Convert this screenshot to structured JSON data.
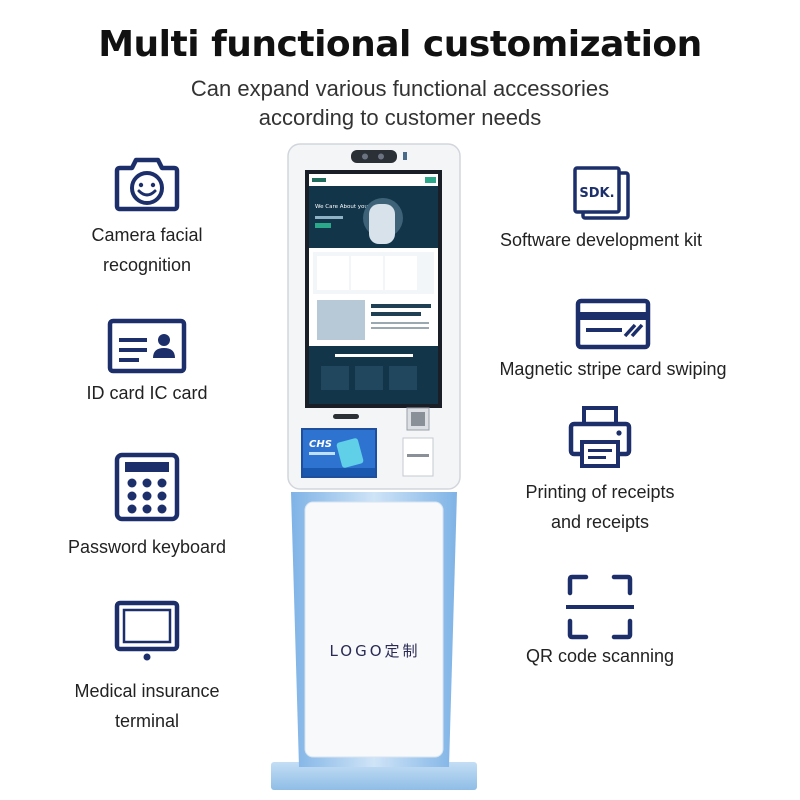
{
  "header": {
    "title": "Multi functional customization",
    "subtitle": "Can expand various functional accessories according to customer needs"
  },
  "features_left": [
    {
      "label": "Camera facial recognition",
      "icon": "camera-face-icon"
    },
    {
      "label": "ID card IC card",
      "icon": "id-card-icon"
    },
    {
      "label": "Password keyboard",
      "icon": "keypad-icon"
    },
    {
      "label": "Medical insurance terminal",
      "icon": "monitor-icon"
    }
  ],
  "features_right": [
    {
      "label": "Software development kit",
      "icon": "sdk-icon",
      "icon_text": "SDK."
    },
    {
      "label": "Magnetic stripe card swiping",
      "icon": "magnetic-card-icon"
    },
    {
      "label": "Printing of receipts and receipts",
      "icon": "printer-icon"
    },
    {
      "label": "QR code scanning",
      "icon": "qr-scan-icon"
    }
  ],
  "kiosk": {
    "logo_text": "LOGO定制",
    "screen_headline": "We Care About your health.",
    "lower_screen_brand": "CHS"
  },
  "colors": {
    "icon_navy": "#1c2f6b",
    "kiosk_blue": "#a9cdee",
    "screen_dark": "#12354a"
  }
}
